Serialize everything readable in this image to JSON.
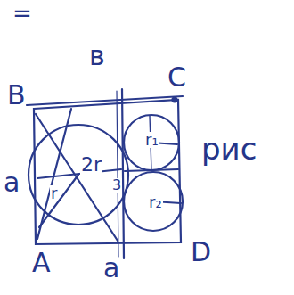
{
  "diagram": {
    "labels": [
      "=",
      "в",
      "B",
      "C",
      "a",
      "r",
      "2r",
      "3",
      "r₁",
      "r₂",
      "рис",
      "A",
      "D",
      "a"
    ]
  }
}
